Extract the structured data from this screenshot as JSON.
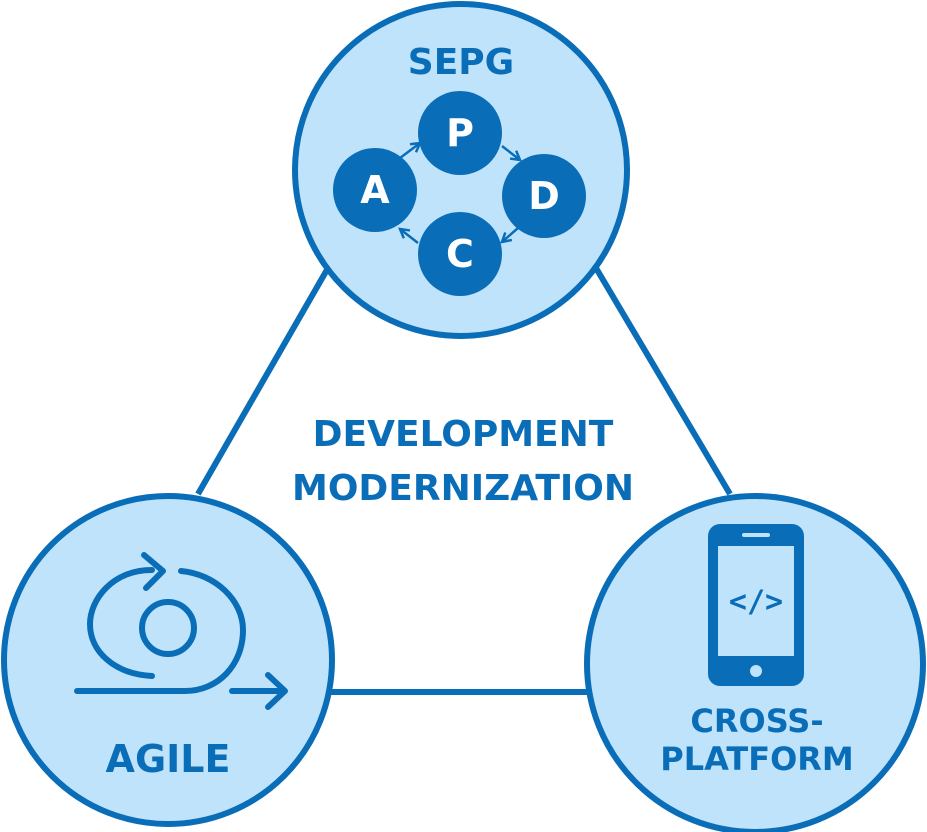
{
  "colors": {
    "stroke": "#0a6db8",
    "fill": "#bfe3fb",
    "background": "#ffffff"
  },
  "center_title": {
    "line1": "DEVELOPMENT",
    "line2": "MODERNIZATION"
  },
  "nodes": {
    "sepg": {
      "label": "SEPG",
      "cycle": [
        "P",
        "D",
        "C",
        "A"
      ],
      "icon": "pdca-cycle-icon"
    },
    "agile": {
      "label": "AGILE",
      "icon": "agile-loop-icon"
    },
    "cross_platform": {
      "label_line1": "CROSS-",
      "label_line2": "PLATFORM",
      "icon": "smartphone-code-icon",
      "code": "</>"
    }
  }
}
